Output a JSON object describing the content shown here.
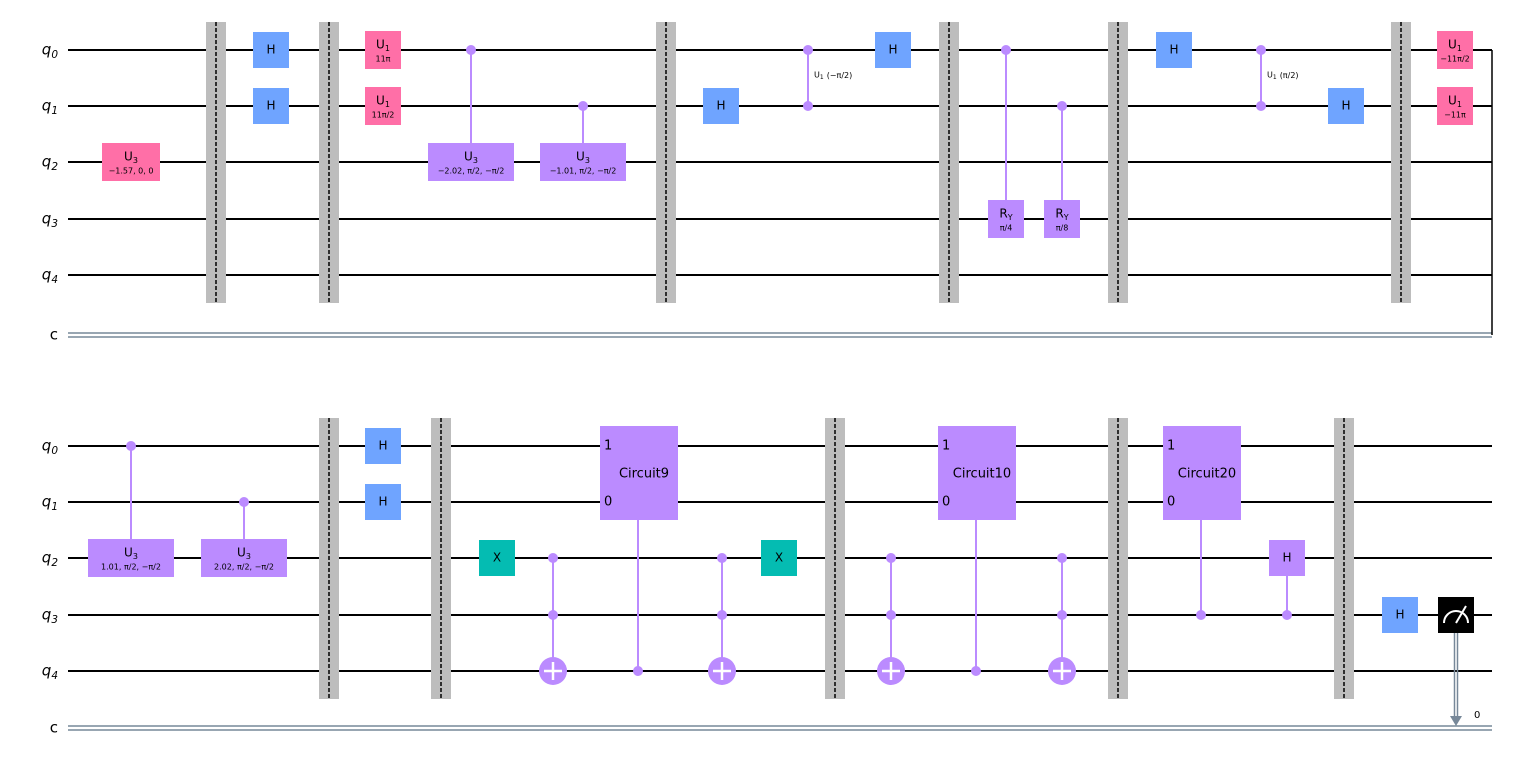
{
  "colors": {
    "wire": "#000000",
    "classical_wire": "#778899",
    "barrier": "#bdbdbd",
    "h_gate": "#6fa4ff",
    "u_gate": "#ff6fa7",
    "control": "#bb8bff",
    "x_gate": "#04bcb2",
    "measure": "#000000"
  },
  "rows": [
    {
      "wires": [
        {
          "label": "q",
          "sub": "0"
        },
        {
          "label": "q",
          "sub": "1"
        },
        {
          "label": "q",
          "sub": "2"
        },
        {
          "label": "q",
          "sub": "3"
        },
        {
          "label": "q",
          "sub": "4"
        },
        {
          "label": "c",
          "sub": ""
        }
      ],
      "barriers": [
        {
          "q": [
            0,
            1,
            2,
            3,
            4
          ]
        },
        {
          "q": [
            0,
            1,
            2,
            3,
            4
          ]
        },
        {
          "q": [
            0,
            1,
            2,
            3,
            4
          ]
        },
        {
          "q": [
            0,
            1,
            2,
            3,
            4
          ]
        },
        {
          "q": [
            0,
            1,
            2,
            3,
            4
          ]
        },
        {
          "q": [
            0,
            1,
            2,
            3,
            4
          ]
        }
      ],
      "gates": [
        {
          "kind": "box",
          "style": "u_gate",
          "q": 2,
          "name": "U",
          "sub": "3",
          "param": "−1.57, 0, 0"
        },
        {
          "kind": "box",
          "style": "h_gate",
          "q": 0,
          "name": "H"
        },
        {
          "kind": "box",
          "style": "h_gate",
          "q": 1,
          "name": "H"
        },
        {
          "kind": "box",
          "style": "u_gate",
          "q": 0,
          "name": "U",
          "sub": "1",
          "param": "11π"
        },
        {
          "kind": "box",
          "style": "u_gate",
          "q": 1,
          "name": "U",
          "sub": "1",
          "param": "11π/2"
        },
        {
          "kind": "controlled",
          "ctrl": [
            0
          ],
          "target": 2,
          "name": "U",
          "sub": "3",
          "param": "−2.02, π/2, −π/2"
        },
        {
          "kind": "controlled",
          "ctrl": [
            1
          ],
          "target": 2,
          "name": "U",
          "sub": "3",
          "param": "−1.01, π/2, −π/2"
        },
        {
          "kind": "box",
          "style": "h_gate",
          "q": 1,
          "name": "H"
        },
        {
          "kind": "cphase",
          "q": [
            0,
            1
          ],
          "label": "U",
          "sub": "1",
          "param": "(−π/2)"
        },
        {
          "kind": "box",
          "style": "h_gate",
          "q": 0,
          "name": "H"
        },
        {
          "kind": "controlled",
          "ctrl": [
            0
          ],
          "target": 3,
          "name": "R",
          "sub": "Y",
          "param": "π/4"
        },
        {
          "kind": "controlled",
          "ctrl": [
            1
          ],
          "target": 3,
          "name": "R",
          "sub": "Y",
          "param": "π/8"
        },
        {
          "kind": "box",
          "style": "h_gate",
          "q": 0,
          "name": "H"
        },
        {
          "kind": "cphase",
          "q": [
            0,
            1
          ],
          "label": "U",
          "sub": "1",
          "param": "(π/2)"
        },
        {
          "kind": "box",
          "style": "h_gate",
          "q": 1,
          "name": "H"
        },
        {
          "kind": "box",
          "style": "u_gate",
          "q": 0,
          "name": "U",
          "sub": "1",
          "param": "−11π/2"
        },
        {
          "kind": "box",
          "style": "u_gate",
          "q": 1,
          "name": "U",
          "sub": "1",
          "param": "−11π"
        }
      ]
    },
    {
      "wires": [
        {
          "label": "q",
          "sub": "0"
        },
        {
          "label": "q",
          "sub": "1"
        },
        {
          "label": "q",
          "sub": "2"
        },
        {
          "label": "q",
          "sub": "3"
        },
        {
          "label": "q",
          "sub": "4"
        },
        {
          "label": "c",
          "sub": ""
        }
      ],
      "barriers": [
        {
          "q": [
            0,
            1,
            2,
            3,
            4
          ]
        },
        {
          "q": [
            0,
            1,
            2,
            3,
            4
          ]
        },
        {
          "q": [
            0,
            1,
            2,
            3,
            4
          ]
        },
        {
          "q": [
            0,
            1,
            2,
            3,
            4
          ]
        },
        {
          "q": [
            0,
            1,
            2,
            3,
            4
          ]
        },
        {
          "q": [
            0,
            1,
            2,
            3,
            4
          ]
        }
      ],
      "gates": [
        {
          "kind": "controlled",
          "ctrl": [
            0
          ],
          "target": 2,
          "name": "U",
          "sub": "3",
          "param": "1.01, π/2, −π/2"
        },
        {
          "kind": "controlled",
          "ctrl": [
            1
          ],
          "target": 2,
          "name": "U",
          "sub": "3",
          "param": "2.02, π/2, −π/2"
        },
        {
          "kind": "box",
          "style": "h_gate",
          "q": 0,
          "name": "H"
        },
        {
          "kind": "box",
          "style": "h_gate",
          "q": 1,
          "name": "H"
        },
        {
          "kind": "box",
          "style": "x_gate",
          "q": 2,
          "name": "X"
        },
        {
          "kind": "ccx",
          "ctrl": [
            2,
            3
          ],
          "target": 4
        },
        {
          "kind": "multi",
          "q": [
            0,
            1
          ],
          "ctrl": 4,
          "name": "Circuit9",
          "top_label": "1",
          "bottom_label": "0"
        },
        {
          "kind": "ccx",
          "ctrl": [
            2,
            3
          ],
          "target": 4
        },
        {
          "kind": "box",
          "style": "x_gate",
          "q": 2,
          "name": "X"
        },
        {
          "kind": "ccx",
          "ctrl": [
            2,
            3
          ],
          "target": 4
        },
        {
          "kind": "multi",
          "q": [
            0,
            1
          ],
          "ctrl": 4,
          "name": "Circuit10",
          "top_label": "1",
          "bottom_label": "0"
        },
        {
          "kind": "ccx",
          "ctrl": [
            2,
            3
          ],
          "target": 4
        },
        {
          "kind": "multi",
          "q": [
            0,
            1
          ],
          "ctrl": 3,
          "name": "Circuit20",
          "top_label": "1",
          "bottom_label": "0"
        },
        {
          "kind": "controlled",
          "ctrl": [
            3
          ],
          "target": 2,
          "name": "H",
          "sub": "",
          "param": ""
        },
        {
          "kind": "box",
          "style": "h_gate",
          "q": 3,
          "name": "H"
        },
        {
          "kind": "measure",
          "q": 3,
          "clbit": "0"
        }
      ]
    }
  ]
}
